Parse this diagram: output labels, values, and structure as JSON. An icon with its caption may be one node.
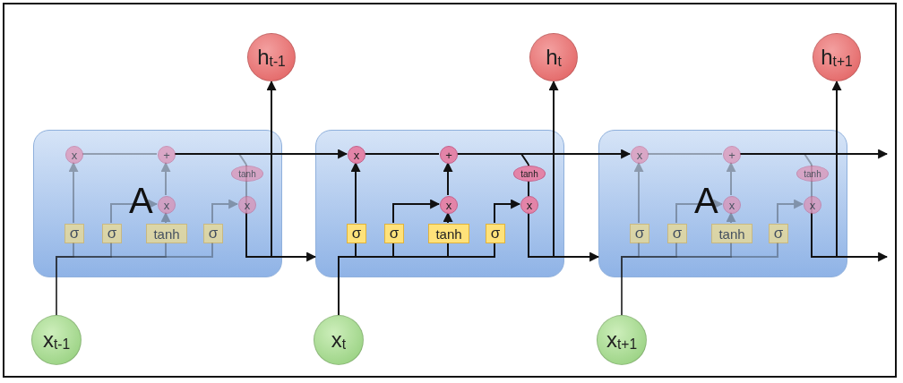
{
  "diagram": {
    "nodes": [
      {
        "text": [
          "h$_{t-1}$"
        ]
      },
      {
        "text": [
          "h$_{t}$"
        ]
      },
      {
        "text": [
          "h$_{t+1}$"
        ]
      },
      {
        "text": [
          "A"
        ]
      },
      {
        "text": [
          "x"
        ],
        "in": 3
      },
      {
        "text": [
          "+"
        ],
        "in": 3
      },
      {
        "text": [
          "x"
        ],
        "in": 3
      },
      {
        "text": [
          "x"
        ],
        "in": 3
      },
      {
        "text": [
          "tanh"
        ],
        "in": 3
      },
      {
        "text": [
          "σ"
        ],
        "in": 3
      },
      {
        "text": [
          "σ"
        ],
        "in": 3
      },
      {
        "text": [
          "tanh"
        ],
        "in": 3
      },
      {
        "text": [
          "σ"
        ],
        "in": 3
      },
      {
        "text": [],
        "shape": "box"
      },
      {
        "text": [
          "x"
        ],
        "in": 13
      },
      {
        "text": [
          "+"
        ],
        "in": 13
      },
      {
        "text": [
          "x"
        ],
        "in": 13
      },
      {
        "text": [
          "x"
        ],
        "in": 13
      },
      {
        "text": [
          "tanh"
        ],
        "in": 13
      },
      {
        "text": [
          "σ"
        ],
        "in": 13
      },
      {
        "text": [
          "σ"
        ],
        "in": 13
      },
      {
        "text": [
          "tanh"
        ],
        "in": 13
      },
      {
        "text": [
          "σ"
        ],
        "in": 13
      },
      {
        "text": [
          "A"
        ]
      },
      {
        "text": [
          "x"
        ],
        "in": 23
      },
      {
        "text": [
          "+"
        ],
        "in": 23
      },
      {
        "text": [
          "x"
        ],
        "in": 23
      },
      {
        "text": [
          "x"
        ],
        "in": 23
      },
      {
        "text": [
          "tanh"
        ],
        "in": 23
      },
      {
        "text": [
          "σ"
        ],
        "in": 23
      },
      {
        "text": [
          "σ"
        ],
        "in": 23
      },
      {
        "text": [
          "tanh"
        ],
        "in": 23
      },
      {
        "text": [
          "σ"
        ],
        "in": 23
      },
      {
        "text": [
          "x$_{t-1}$"
        ]
      },
      {
        "text": [
          "x$_{t}$"
        ]
      },
      {
        "text": [
          "x$_{t+1}$"
        ]
      }
    ],
    "edges": [
      {
        "from": 9,
        "to": 4,
        "arrow": "to"
      },
      {
        "from": 10,
        "to": 6,
        "arrow": "to"
      },
      {
        "from": 11,
        "to": 6,
        "arrow": "to"
      },
      {
        "from": 6,
        "to": 5,
        "arrow": "to"
      },
      {
        "from": 4,
        "to": 5,
        "arrow": "none"
      },
      {
        "from": 5,
        "to": 8,
        "arrow": "none"
      },
      {
        "from": 8,
        "to": 7,
        "arrow": "none"
      },
      {
        "from": 12,
        "to": 7,
        "arrow": "to"
      },
      {
        "from": 33,
        "to": 9,
        "arrow": "none"
      },
      {
        "from": 33,
        "to": 10,
        "arrow": "none"
      },
      {
        "from": 33,
        "to": 11,
        "arrow": "none"
      },
      {
        "from": 33,
        "to": 12,
        "arrow": "none"
      },
      {
        "from": 7,
        "to": 0,
        "arrow": "to"
      },
      {
        "from": 5,
        "to": 14,
        "arrow": "to"
      },
      {
        "from": 7,
        "to": 13,
        "arrow": "to"
      },
      {
        "from": 19,
        "to": 14,
        "arrow": "to"
      },
      {
        "from": 20,
        "to": 16,
        "arrow": "to"
      },
      {
        "from": 21,
        "to": 16,
        "arrow": "to"
      },
      {
        "from": 16,
        "to": 15,
        "arrow": "to"
      },
      {
        "from": 14,
        "to": 15,
        "arrow": "none"
      },
      {
        "from": 15,
        "to": 18,
        "arrow": "none"
      },
      {
        "from": 18,
        "to": 17,
        "arrow": "none"
      },
      {
        "from": 22,
        "to": 17,
        "arrow": "to"
      },
      {
        "from": 34,
        "to": 19,
        "arrow": "none"
      },
      {
        "from": 34,
        "to": 20,
        "arrow": "none"
      },
      {
        "from": 34,
        "to": 21,
        "arrow": "none"
      },
      {
        "from": 34,
        "to": 22,
        "arrow": "none"
      },
      {
        "from": 17,
        "to": 1,
        "arrow": "to"
      },
      {
        "from": 15,
        "to": 24,
        "arrow": "to"
      },
      {
        "from": 17,
        "to": 23,
        "arrow": "to"
      },
      {
        "from": 29,
        "to": 24,
        "arrow": "to"
      },
      {
        "from": 30,
        "to": 26,
        "arrow": "to"
      },
      {
        "from": 31,
        "to": 26,
        "arrow": "to"
      },
      {
        "from": 26,
        "to": 25,
        "arrow": "to"
      },
      {
        "from": 24,
        "to": 25,
        "arrow": "none"
      },
      {
        "from": 25,
        "to": 28,
        "arrow": "none"
      },
      {
        "from": 28,
        "to": 27,
        "arrow": "none"
      },
      {
        "from": 32,
        "to": 27,
        "arrow": "to"
      },
      {
        "from": 35,
        "to": 29,
        "arrow": "none"
      },
      {
        "from": 35,
        "to": 30,
        "arrow": "none"
      },
      {
        "from": 35,
        "to": 31,
        "arrow": "none"
      },
      {
        "from": 35,
        "to": 32,
        "arrow": "none"
      },
      {
        "from": 27,
        "to": 2,
        "arrow": "to"
      },
      {
        "from": 25,
        "to": null,
        "arrow": "to"
      },
      {
        "from": 27,
        "to": null,
        "arrow": "to"
      }
    ]
  }
}
